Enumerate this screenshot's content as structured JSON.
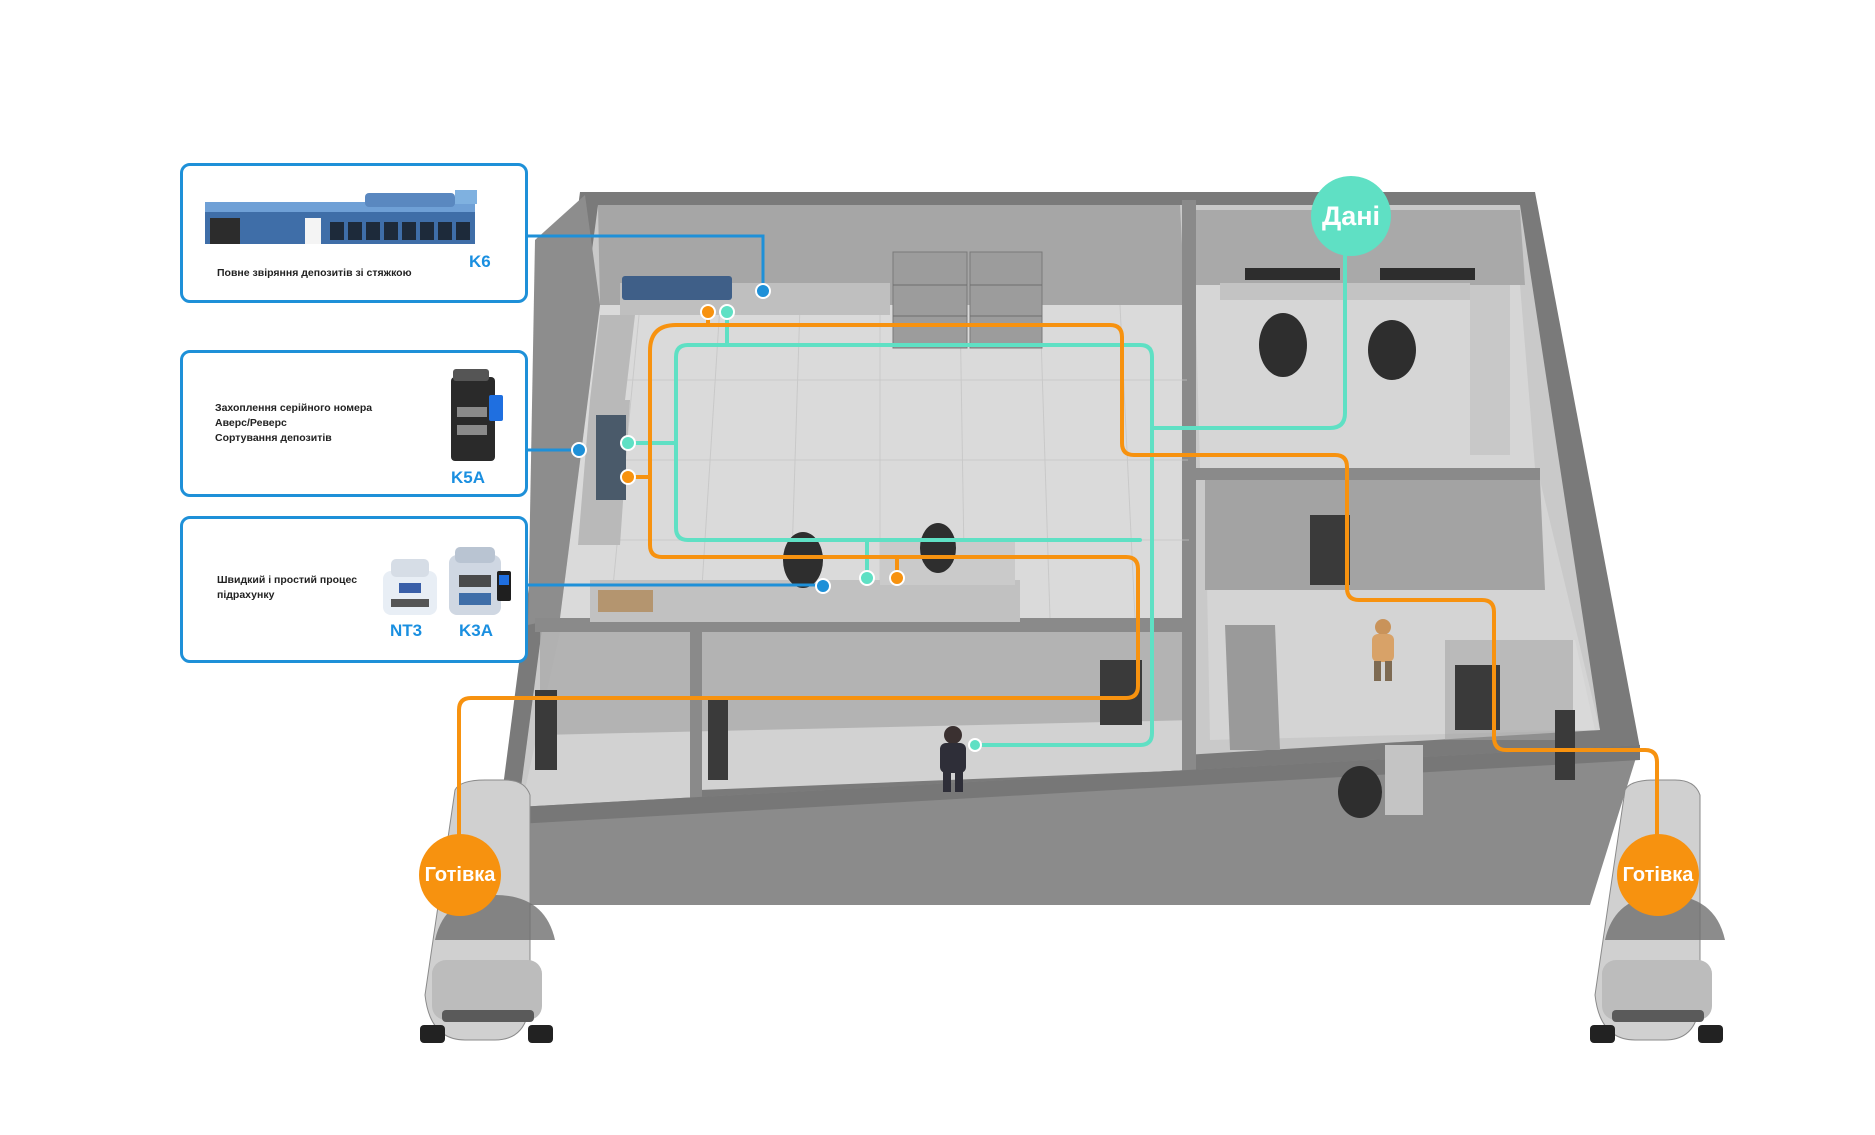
{
  "callouts": {
    "k6": {
      "description": "Повне звіряння депозитів зі стяжкою",
      "model": "K6"
    },
    "k5a": {
      "description": "Захоплення серійного номера\nАверс/Реверс\nСортування депозитів",
      "model": "K5A"
    },
    "k3a": {
      "description": "Швидкий і простий процес\nпідрахунку",
      "model_left": "NT3",
      "model_right": "K3A"
    }
  },
  "bubbles": {
    "data": "Дані",
    "cash_left": "Готівка",
    "cash_right": "Готівка"
  },
  "colors": {
    "accent_blue": "#1e90d8",
    "model_blue": "#1a8fe0",
    "cash_orange": "#f7920f",
    "data_teal": "#5fe0c4",
    "wall_gray": "#8e8e8e",
    "floor_gray": "#d4d4d4"
  },
  "icons": [
    "banknote-sorter-k6-icon",
    "banknote-counter-k5a-icon",
    "banknote-counter-nt3-icon",
    "banknote-counter-k3a-icon",
    "person-icon",
    "office-chair-icon",
    "van-icon"
  ]
}
